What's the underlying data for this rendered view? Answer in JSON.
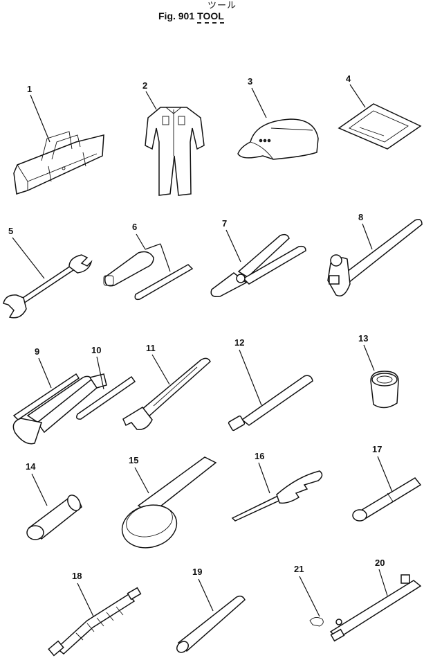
{
  "header": {
    "jp_title": "ツール",
    "fig_number": "Fig. 901",
    "fig_title": "TOOL"
  },
  "parts": [
    {
      "no": "1",
      "icon": "tool-bag-icon"
    },
    {
      "no": "2",
      "icon": "coveralls-icon"
    },
    {
      "no": "3",
      "icon": "cap-icon"
    },
    {
      "no": "4",
      "icon": "manual-icon"
    },
    {
      "no": "5",
      "icon": "open-end-wrench-icon"
    },
    {
      "no": "6",
      "icon": "screwdriver-icon"
    },
    {
      "no": "7",
      "icon": "pliers-icon"
    },
    {
      "no": "8",
      "icon": "hammer-icon"
    },
    {
      "no": "9",
      "icon": "grease-gun-icon"
    },
    {
      "no": "10",
      "icon": "bar-icon"
    },
    {
      "no": "11",
      "icon": "adjustable-wrench-icon"
    },
    {
      "no": "12",
      "icon": "socket-handle-icon"
    },
    {
      "no": "13",
      "icon": "socket-icon"
    },
    {
      "no": "14",
      "icon": "cylinder-icon"
    },
    {
      "no": "15",
      "icon": "filter-wrench-icon"
    },
    {
      "no": "16",
      "icon": "gauge-tool-icon"
    },
    {
      "no": "17",
      "icon": "extension-bar-icon"
    },
    {
      "no": "18",
      "icon": "flexible-hose-icon"
    },
    {
      "no": "19",
      "icon": "pipe-icon"
    },
    {
      "no": "20",
      "icon": "puller-bar-icon"
    },
    {
      "no": "21",
      "icon": "pin-icon"
    }
  ]
}
